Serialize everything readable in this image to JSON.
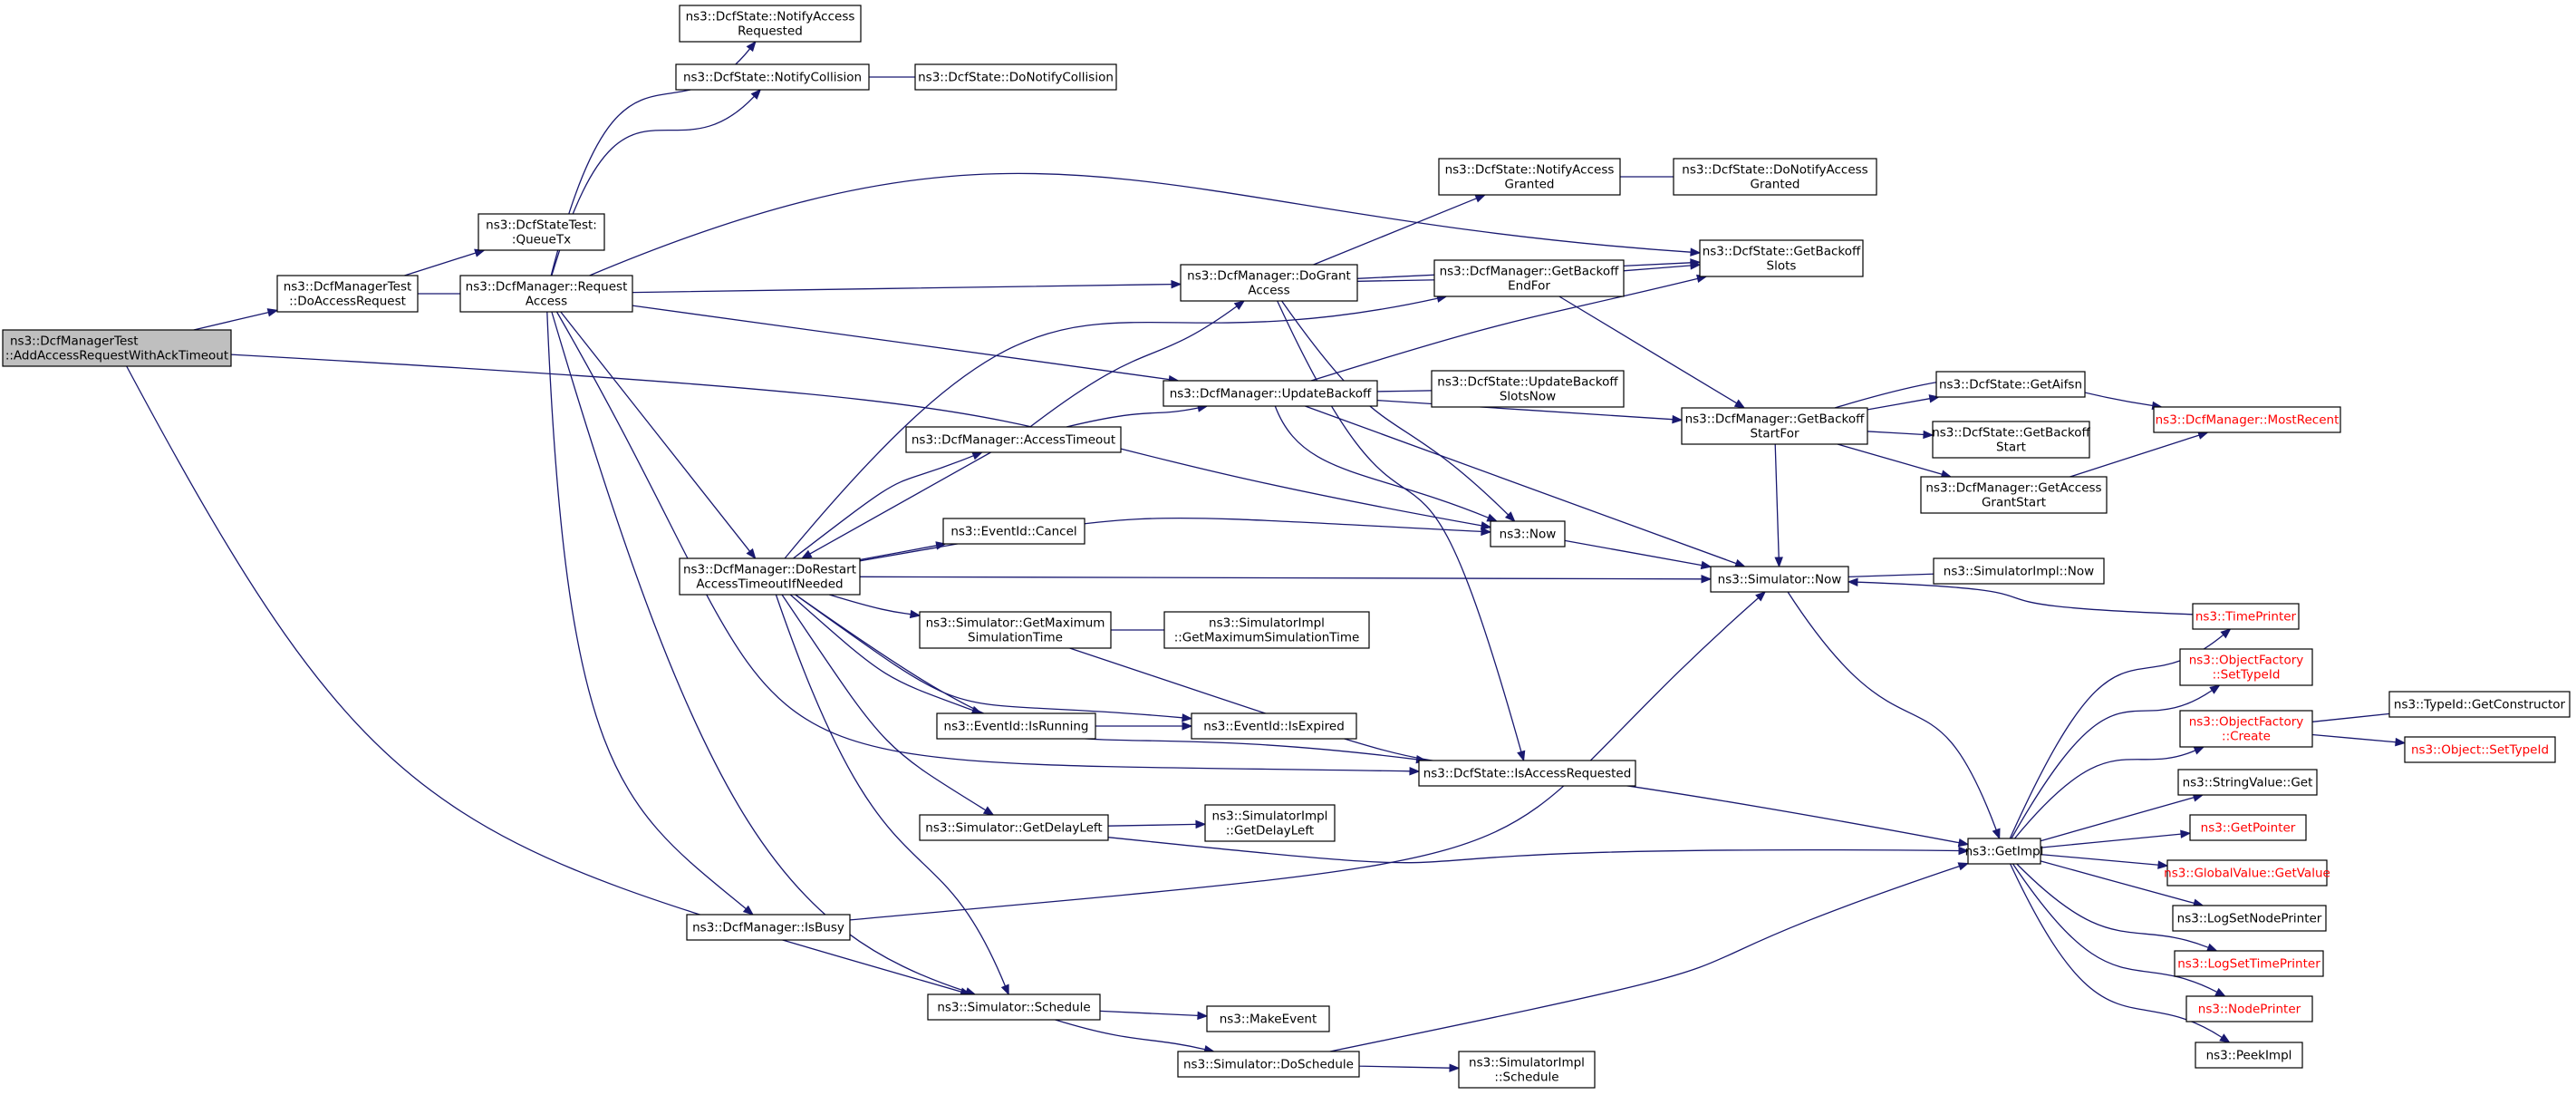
{
  "colors": {
    "edge": "#191970",
    "node_fill": "#ffffff",
    "node_stroke": "#000000",
    "root_fill": "#bfbfbf",
    "text_black": "#000000",
    "text_red": "#ff0000",
    "border_red": "#ff0000"
  },
  "nodes": [
    {
      "id": "n0",
      "lines": [
        "ns3::DcfManagerTest",
        "::AddAccessRequestWithAckTimeout"
      ],
      "root": true
    },
    {
      "id": "n1",
      "lines": [
        "ns3::DcfManagerTest",
        "::DoAccessRequest"
      ]
    },
    {
      "id": "n2",
      "lines": [
        "ns3::DcfStateTest:",
        ":QueueTx"
      ]
    },
    {
      "id": "n3",
      "lines": [
        "ns3::DcfManager::Request",
        "Access"
      ]
    },
    {
      "id": "n4",
      "lines": [
        "ns3::DcfState::NotifyAccess",
        "Requested"
      ]
    },
    {
      "id": "n5",
      "lines": [
        "ns3::DcfState::NotifyCollision"
      ]
    },
    {
      "id": "n6",
      "lines": [
        "ns3::DcfState::DoNotifyCollision"
      ]
    },
    {
      "id": "n7",
      "lines": [
        "ns3::DcfManager::DoGrant",
        "Access"
      ]
    },
    {
      "id": "n8",
      "lines": [
        "ns3::DcfState::NotifyAccess",
        "Granted"
      ]
    },
    {
      "id": "n9",
      "lines": [
        "ns3::DcfState::DoNotifyAccess",
        "Granted"
      ]
    },
    {
      "id": "n10",
      "lines": [
        "ns3::DcfManager::GetBackoff",
        "EndFor"
      ]
    },
    {
      "id": "n11",
      "lines": [
        "ns3::DcfState::GetBackoff",
        "Slots"
      ]
    },
    {
      "id": "n12",
      "lines": [
        "ns3::DcfManager::UpdateBackoff"
      ]
    },
    {
      "id": "n13",
      "lines": [
        "ns3::DcfState::UpdateBackoff",
        "SlotsNow"
      ]
    },
    {
      "id": "n14",
      "lines": [
        "ns3::DcfManager::GetBackoff",
        "StartFor"
      ]
    },
    {
      "id": "n15",
      "lines": [
        "ns3::DcfState::GetAifsn"
      ]
    },
    {
      "id": "n16",
      "lines": [
        "ns3::DcfState::GetBackoff",
        "Start"
      ]
    },
    {
      "id": "n17",
      "lines": [
        "ns3::DcfManager::GetAccess",
        "GrantStart"
      ]
    },
    {
      "id": "n18",
      "lines": [
        "ns3::DcfManager::MostRecent"
      ],
      "red": true
    },
    {
      "id": "n19",
      "lines": [
        "ns3::DcfManager::AccessTimeout"
      ]
    },
    {
      "id": "n20",
      "lines": [
        "ns3::Now"
      ]
    },
    {
      "id": "n21",
      "lines": [
        "ns3::DcfManager::DoRestart",
        "AccessTimeoutIfNeeded"
      ]
    },
    {
      "id": "n22",
      "lines": [
        "ns3::EventId::Cancel"
      ]
    },
    {
      "id": "n23",
      "lines": [
        "ns3::Simulator::Now"
      ]
    },
    {
      "id": "n24",
      "lines": [
        "ns3::SimulatorImpl::Now"
      ]
    },
    {
      "id": "n25",
      "lines": [
        "ns3::Simulator::GetMaximum",
        "SimulationTime"
      ]
    },
    {
      "id": "n26",
      "lines": [
        "ns3::SimulatorImpl",
        "::GetMaximumSimulationTime"
      ]
    },
    {
      "id": "n27",
      "lines": [
        "ns3::TimePrinter"
      ],
      "red": true
    },
    {
      "id": "n28",
      "lines": [
        "ns3::ObjectFactory",
        "::SetTypeId"
      ],
      "red": true
    },
    {
      "id": "n29",
      "lines": [
        "ns3::ObjectFactory",
        "::Create"
      ],
      "red": true
    },
    {
      "id": "n30",
      "lines": [
        "ns3::TypeId::GetConstructor"
      ]
    },
    {
      "id": "n31",
      "lines": [
        "ns3::Object::SetTypeId"
      ],
      "red": true
    },
    {
      "id": "n32",
      "lines": [
        "ns3::EventId::IsRunning"
      ]
    },
    {
      "id": "n33",
      "lines": [
        "ns3::EventId::IsExpired"
      ]
    },
    {
      "id": "n34",
      "lines": [
        "ns3::DcfState::IsAccessRequested"
      ]
    },
    {
      "id": "n35",
      "lines": [
        "ns3::StringValue::Get"
      ]
    },
    {
      "id": "n36",
      "lines": [
        "ns3::GetPointer"
      ],
      "red": true
    },
    {
      "id": "n37",
      "lines": [
        "ns3::Simulator::GetDelayLeft"
      ]
    },
    {
      "id": "n38",
      "lines": [
        "ns3::SimulatorImpl",
        "::GetDelayLeft"
      ]
    },
    {
      "id": "n39",
      "lines": [
        "ns3::GetImpl"
      ]
    },
    {
      "id": "n40",
      "lines": [
        "ns3::GlobalValue::GetValue"
      ],
      "red": true
    },
    {
      "id": "n41",
      "lines": [
        "ns3::LogSetNodePrinter"
      ]
    },
    {
      "id": "n42",
      "lines": [
        "ns3::DcfManager::IsBusy"
      ]
    },
    {
      "id": "n43",
      "lines": [
        "ns3::LogSetTimePrinter"
      ],
      "red": true
    },
    {
      "id": "n44",
      "lines": [
        "ns3::Simulator::Schedule"
      ]
    },
    {
      "id": "n45",
      "lines": [
        "ns3::MakeEvent"
      ]
    },
    {
      "id": "n46",
      "lines": [
        "ns3::NodePrinter"
      ],
      "red": true
    },
    {
      "id": "n47",
      "lines": [
        "ns3::Simulator::DoSchedule"
      ]
    },
    {
      "id": "n48",
      "lines": [
        "ns3::SimulatorImpl",
        "::Schedule"
      ]
    },
    {
      "id": "n49",
      "lines": [
        "ns3::PeekImpl"
      ]
    }
  ],
  "edges": [
    [
      "n0",
      "n1"
    ],
    [
      "n0",
      "n20"
    ],
    [
      "n0",
      "n44"
    ],
    [
      "n1",
      "n2"
    ],
    [
      "n1",
      "n3"
    ],
    [
      "n3",
      "n4"
    ],
    [
      "n3",
      "n5"
    ],
    [
      "n3",
      "n11"
    ],
    [
      "n3",
      "n7"
    ],
    [
      "n3",
      "n12"
    ],
    [
      "n3",
      "n21"
    ],
    [
      "n3",
      "n34"
    ],
    [
      "n3",
      "n42"
    ],
    [
      "n3",
      "n44"
    ],
    [
      "n5",
      "n6"
    ],
    [
      "n7",
      "n8"
    ],
    [
      "n7",
      "n11"
    ],
    [
      "n7",
      "n10"
    ],
    [
      "n7",
      "n20"
    ],
    [
      "n7",
      "n34"
    ],
    [
      "n8",
      "n9"
    ],
    [
      "n10",
      "n11"
    ],
    [
      "n10",
      "n14"
    ],
    [
      "n12",
      "n11"
    ],
    [
      "n12",
      "n13"
    ],
    [
      "n12",
      "n14"
    ],
    [
      "n12",
      "n20"
    ],
    [
      "n12",
      "n23"
    ],
    [
      "n14",
      "n15"
    ],
    [
      "n14",
      "n16"
    ],
    [
      "n14",
      "n17"
    ],
    [
      "n14",
      "n18"
    ],
    [
      "n14",
      "n23"
    ],
    [
      "n17",
      "n18"
    ],
    [
      "n19",
      "n7"
    ],
    [
      "n19",
      "n12"
    ],
    [
      "n19",
      "n21"
    ],
    [
      "n20",
      "n23"
    ],
    [
      "n21",
      "n10"
    ],
    [
      "n21",
      "n19"
    ],
    [
      "n21",
      "n20"
    ],
    [
      "n21",
      "n22"
    ],
    [
      "n21",
      "n23"
    ],
    [
      "n21",
      "n25"
    ],
    [
      "n21",
      "n32"
    ],
    [
      "n21",
      "n33"
    ],
    [
      "n21",
      "n34"
    ],
    [
      "n21",
      "n37"
    ],
    [
      "n21",
      "n44"
    ],
    [
      "n23",
      "n24"
    ],
    [
      "n23",
      "n39"
    ],
    [
      "n25",
      "n26"
    ],
    [
      "n25",
      "n39"
    ],
    [
      "n27",
      "n23"
    ],
    [
      "n29",
      "n30"
    ],
    [
      "n29",
      "n31"
    ],
    [
      "n32",
      "n33"
    ],
    [
      "n37",
      "n38"
    ],
    [
      "n37",
      "n39"
    ],
    [
      "n39",
      "n27"
    ],
    [
      "n39",
      "n28"
    ],
    [
      "n39",
      "n29"
    ],
    [
      "n39",
      "n35"
    ],
    [
      "n39",
      "n36"
    ],
    [
      "n39",
      "n40"
    ],
    [
      "n39",
      "n41"
    ],
    [
      "n39",
      "n43"
    ],
    [
      "n39",
      "n46"
    ],
    [
      "n39",
      "n49"
    ],
    [
      "n42",
      "n23"
    ],
    [
      "n44",
      "n45"
    ],
    [
      "n44",
      "n47"
    ],
    [
      "n47",
      "n39"
    ],
    [
      "n47",
      "n48"
    ]
  ]
}
